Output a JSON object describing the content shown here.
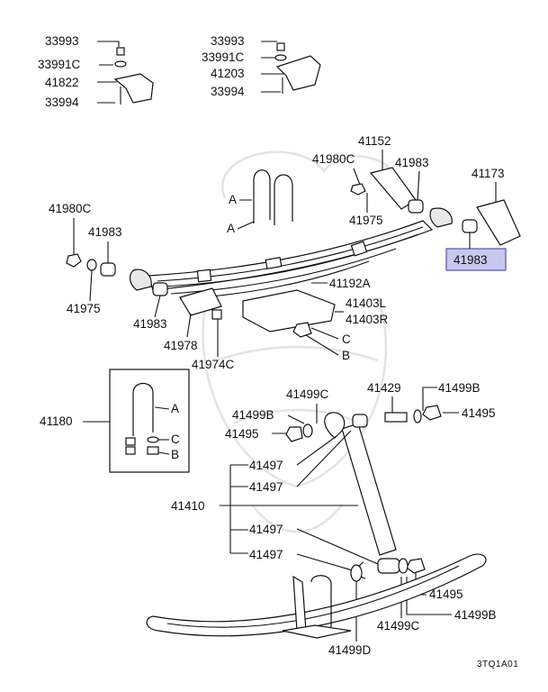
{
  "labels": {
    "top_left": [
      "33993",
      "33991C",
      "41822",
      "33994"
    ],
    "top_mid": [
      "33993",
      "33991C",
      "41203",
      "33994"
    ],
    "spring_assy": [
      "41152",
      "41980C",
      "41983",
      "41173",
      "41980C",
      "41983",
      "41975",
      "41983",
      "41975",
      "41192A",
      "41403L",
      "41403R",
      "41983",
      "41978",
      "41974C"
    ],
    "ubolt_letters": [
      "A",
      "A",
      "C",
      "B"
    ],
    "kit": {
      "number": "41180",
      "letters": [
        "A",
        "C",
        "B"
      ]
    },
    "shock": [
      "41429",
      "41499C",
      "41499B",
      "41499B",
      "41495",
      "41495",
      "41497",
      "41497",
      "41410",
      "41497",
      "41497",
      "41495",
      "41499B",
      "41499C",
      "41499D"
    ],
    "highlighted": "41983",
    "diagram_code": "3TQ1A01"
  },
  "colors": {
    "highlight_fill": "#c7c7f0",
    "highlight_border": "#5555aa",
    "line": "#111111"
  }
}
